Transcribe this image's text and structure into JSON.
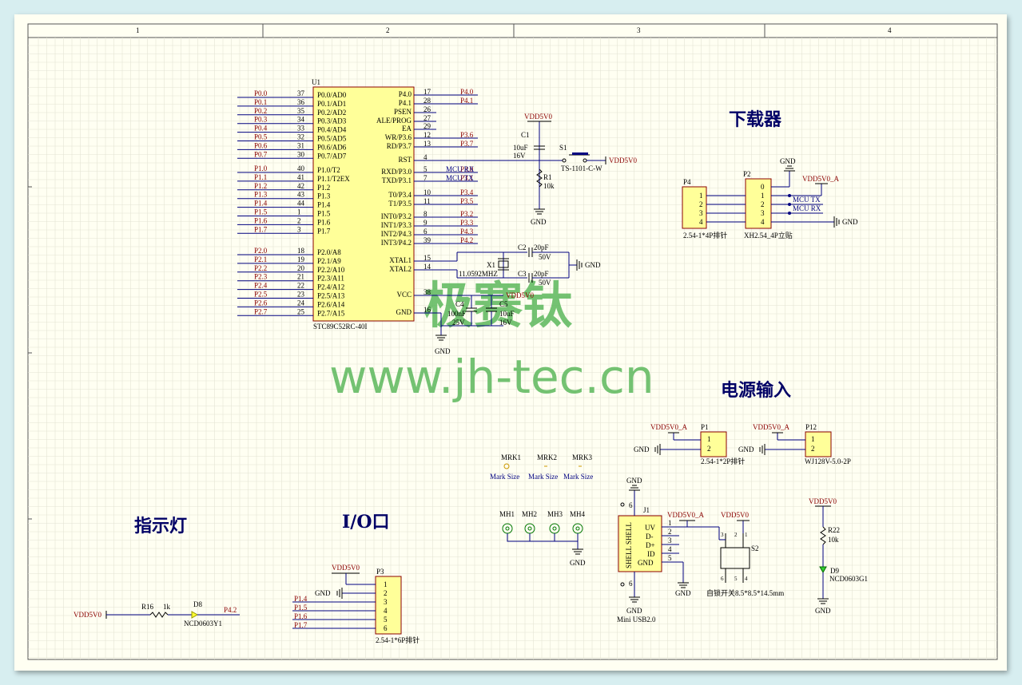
{
  "frame": {
    "columns": [
      "1",
      "2",
      "3",
      "4"
    ]
  },
  "mcu": {
    "ref": "U1",
    "part": "STC89C52RC-40I",
    "left_pins": [
      {
        "net": "P0.0",
        "num": "37",
        "name": "P0.0/AD0"
      },
      {
        "net": "P0.1",
        "num": "36",
        "name": "P0.1/AD1"
      },
      {
        "net": "P0.2",
        "num": "35",
        "name": "P0.2/AD2"
      },
      {
        "net": "P0.3",
        "num": "34",
        "name": "P0.3/AD3"
      },
      {
        "net": "P0.4",
        "num": "33",
        "name": "P0.4/AD4"
      },
      {
        "net": "P0.5",
        "num": "32",
        "name": "P0.5/AD5"
      },
      {
        "net": "P0.6",
        "num": "31",
        "name": "P0.6/AD6"
      },
      {
        "net": "P0.7",
        "num": "30",
        "name": "P0.7/AD7"
      },
      {
        "net": "P1.0",
        "num": "40",
        "name": "P1.0/T2"
      },
      {
        "net": "P1.1",
        "num": "41",
        "name": "P1.1/T2EX"
      },
      {
        "net": "P1.2",
        "num": "42",
        "name": "P1.2"
      },
      {
        "net": "P1.3",
        "num": "43",
        "name": "P1.3"
      },
      {
        "net": "P1.4",
        "num": "44",
        "name": "P1.4"
      },
      {
        "net": "P1.5",
        "num": "1",
        "name": "P1.5"
      },
      {
        "net": "P1.6",
        "num": "2",
        "name": "P1.6"
      },
      {
        "net": "P1.7",
        "num": "3",
        "name": "P1.7"
      },
      {
        "net": "P2.0",
        "num": "18",
        "name": "P2.0/A8"
      },
      {
        "net": "P2.1",
        "num": "19",
        "name": "P2.1/A9"
      },
      {
        "net": "P2.2",
        "num": "20",
        "name": "P2.2/A10"
      },
      {
        "net": "P2.3",
        "num": "21",
        "name": "P2.3/A11"
      },
      {
        "net": "P2.4",
        "num": "22",
        "name": "P2.4/A12"
      },
      {
        "net": "P2.5",
        "num": "23",
        "name": "P2.5/A13"
      },
      {
        "net": "P2.6",
        "num": "24",
        "name": "P2.6/A14"
      },
      {
        "net": "P2.7",
        "num": "25",
        "name": "P2.7/A15"
      }
    ],
    "right_pins": [
      {
        "name": "P4.0",
        "num": "17",
        "net": "P4.0"
      },
      {
        "name": "P4.1",
        "num": "28",
        "net": "P4.1"
      },
      {
        "name": "PSEN",
        "num": "26",
        "net": ""
      },
      {
        "name": "ALE/PROG",
        "num": "27",
        "net": ""
      },
      {
        "name": "EA",
        "num": "29",
        "net": ""
      },
      {
        "name": "WR/P3.6",
        "num": "12",
        "net": "P3.6"
      },
      {
        "name": "RD/P3.7",
        "num": "13",
        "net": "P3.7"
      },
      {
        "name": "RST",
        "num": "4",
        "net": ""
      },
      {
        "name": "RXD/P3.0",
        "num": "5",
        "net": "P3.0",
        "label": "MCU RX"
      },
      {
        "name": "TXD/P3.1",
        "num": "7",
        "net": "P3.1",
        "label": "MCU TX"
      },
      {
        "name": "T0/P3.4",
        "num": "10",
        "net": "P3.4"
      },
      {
        "name": "T1/P3.5",
        "num": "11",
        "net": "P3.5"
      },
      {
        "name": "INT0/P3.2",
        "num": "8",
        "net": "P3.2"
      },
      {
        "name": "INT1/P3.3",
        "num": "9",
        "net": "P3.3"
      },
      {
        "name": "INT2/P4.3",
        "num": "6",
        "net": "P4.3"
      },
      {
        "name": "INT3/P4.2",
        "num": "39",
        "net": "P4.2"
      },
      {
        "name": "XTAL1",
        "num": "15",
        "net": ""
      },
      {
        "name": "XTAL2",
        "num": "14",
        "net": ""
      },
      {
        "name": "VCC",
        "num": "38",
        "net": ""
      },
      {
        "name": "GND",
        "num": "16",
        "net": ""
      }
    ]
  },
  "labels": {
    "vdd": "VDD5V0",
    "vdd_a": "VDD5V0_A",
    "gnd": "GND",
    "mcu_rx": "MCU RX",
    "mcu_tx": "MCU TX"
  },
  "reset": {
    "c1": "C1",
    "c1_val": "10uF",
    "c1_v": "16V",
    "s1": "S1",
    "s1_part": "TS-1101-C-W",
    "r1": "R1",
    "r1_val": "10k"
  },
  "crystal": {
    "c2": "C2",
    "c2_val": "20pF",
    "c2_v": "50V",
    "c3": "C3",
    "c3_val": "20pF",
    "c3_v": "50V",
    "x1": "X1",
    "x1_val": "11.0592MHZ"
  },
  "decoupling": {
    "c4": "C4",
    "c4_val": "100nF",
    "c4_v": "25V",
    "c5": "C5",
    "c5_val": "10uF",
    "c5_v": "16V"
  },
  "downloader": {
    "title": "下载器",
    "p4": "P4",
    "p4_part": "2.54-1*4P排针",
    "p4_pins": [
      "1",
      "2",
      "3",
      "4"
    ],
    "p2": "P2",
    "p2_part": "XH2.54_4P立贴",
    "p2_pins": [
      "0",
      "1",
      "2",
      "3",
      "4"
    ]
  },
  "power": {
    "title": "电源输入",
    "p1": "P1",
    "p1_part": "2.54-1*2P排针",
    "p12": "P12",
    "p12_part": "WJ128V-5.0-2P",
    "pins": [
      "1",
      "2"
    ]
  },
  "marks": {
    "mrk": [
      "MRK1",
      "MRK2",
      "MRK3"
    ],
    "mrk_size": "Mark Size",
    "mh": [
      "MH1",
      "MH2",
      "MH3",
      "MH4"
    ]
  },
  "usb": {
    "j1": "J1",
    "part": "Mini USB2.0",
    "pins": [
      "1",
      "2",
      "3",
      "4",
      "5"
    ],
    "side_pins": [
      "6",
      "6"
    ],
    "names": [
      "UV",
      "D-",
      "D+",
      "ID",
      "GND"
    ],
    "shell": "SHELL SHELL"
  },
  "switch": {
    "s2": "S2",
    "part": "自锁开关8.5*8.5*14.5mm",
    "pins": [
      "3",
      "2",
      "1",
      "6",
      "5",
      "4"
    ]
  },
  "led_power": {
    "r22": "R22",
    "r22_val": "10k",
    "d9": "D9",
    "d9_part": "NCD0603G1"
  },
  "indicator": {
    "title": "指示灯",
    "r16": "R16",
    "r16_val": "1k",
    "d8": "D8",
    "d8_part": "NCD0603Y1",
    "net": "P4.2"
  },
  "io": {
    "title": "I/O口",
    "p3": "P3",
    "part": "2.54-1*6P排针",
    "pins": [
      "1",
      "2",
      "3",
      "4",
      "5",
      "6"
    ],
    "nets": [
      "P1.4",
      "P1.5",
      "P1.6",
      "P1.7"
    ]
  },
  "watermark": {
    "cn": "极赛钛",
    "url": "www.jh-tec.cn"
  }
}
